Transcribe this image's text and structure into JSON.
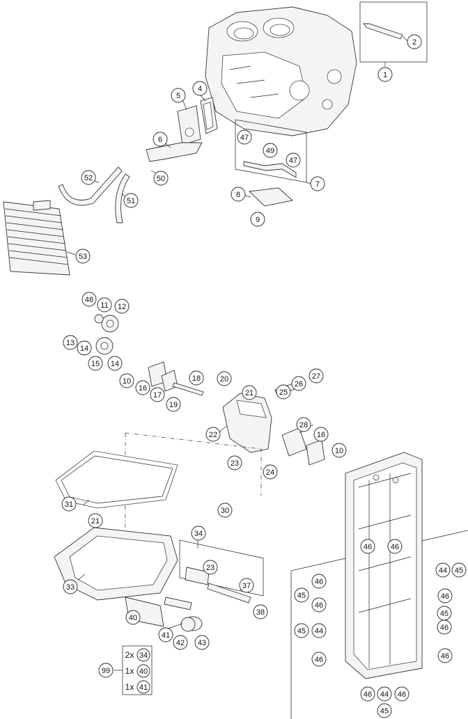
{
  "callouts": [
    {
      "id": "c1",
      "label": "1"
    },
    {
      "id": "c2",
      "label": "2"
    },
    {
      "id": "c4",
      "label": "4"
    },
    {
      "id": "c5",
      "label": "5"
    },
    {
      "id": "c6",
      "label": "6"
    },
    {
      "id": "c7",
      "label": "7"
    },
    {
      "id": "c8",
      "label": "8"
    },
    {
      "id": "c9",
      "label": "9"
    },
    {
      "id": "c47a",
      "label": "47"
    },
    {
      "id": "c49",
      "label": "49"
    },
    {
      "id": "c47b",
      "label": "47"
    },
    {
      "id": "c50",
      "label": "50"
    },
    {
      "id": "c51",
      "label": "51"
    },
    {
      "id": "c52",
      "label": "52"
    },
    {
      "id": "c53",
      "label": "53"
    },
    {
      "id": "c48",
      "label": "48"
    },
    {
      "id": "c11",
      "label": "11"
    },
    {
      "id": "c12",
      "label": "12"
    },
    {
      "id": "c13",
      "label": "13"
    },
    {
      "id": "c14a",
      "label": "14"
    },
    {
      "id": "c15",
      "label": "15"
    },
    {
      "id": "c14b",
      "label": "14"
    },
    {
      "id": "c10a",
      "label": "10"
    },
    {
      "id": "c16a",
      "label": "16"
    },
    {
      "id": "c17",
      "label": "17"
    },
    {
      "id": "c18",
      "label": "18"
    },
    {
      "id": "c19",
      "label": "19"
    },
    {
      "id": "c20",
      "label": "20"
    },
    {
      "id": "c21a",
      "label": "21"
    },
    {
      "id": "c25",
      "label": "25"
    },
    {
      "id": "c26",
      "label": "26"
    },
    {
      "id": "c27",
      "label": "27"
    },
    {
      "id": "c22",
      "label": "22"
    },
    {
      "id": "c28",
      "label": "28"
    },
    {
      "id": "c16b",
      "label": "16"
    },
    {
      "id": "c10b",
      "label": "10"
    },
    {
      "id": "c23a",
      "label": "23"
    },
    {
      "id": "c24",
      "label": "24"
    },
    {
      "id": "c31",
      "label": "31"
    },
    {
      "id": "c30",
      "label": "30"
    },
    {
      "id": "c21b",
      "label": "21"
    },
    {
      "id": "c34",
      "label": "34"
    },
    {
      "id": "c33",
      "label": "33"
    },
    {
      "id": "c23b",
      "label": "23"
    },
    {
      "id": "c37",
      "label": "37"
    },
    {
      "id": "c38",
      "label": "38"
    },
    {
      "id": "c40",
      "label": "40"
    },
    {
      "id": "c41",
      "label": "41"
    },
    {
      "id": "c42",
      "label": "42"
    },
    {
      "id": "c43",
      "label": "43"
    },
    {
      "id": "c99",
      "label": "99"
    },
    {
      "id": "k46a",
      "label": "46"
    },
    {
      "id": "k46b",
      "label": "46"
    },
    {
      "id": "k44a",
      "label": "44"
    },
    {
      "id": "k45a",
      "label": "45"
    },
    {
      "id": "k46c",
      "label": "46"
    },
    {
      "id": "k45b",
      "label": "45"
    },
    {
      "id": "k46d",
      "label": "46"
    },
    {
      "id": "k46e",
      "label": "46"
    },
    {
      "id": "k45c",
      "label": "45"
    },
    {
      "id": "k45d",
      "label": "45"
    },
    {
      "id": "k44b",
      "label": "44"
    },
    {
      "id": "k46f",
      "label": "46"
    },
    {
      "id": "k46g",
      "label": "46"
    },
    {
      "id": "k46h",
      "label": "46"
    },
    {
      "id": "k46i",
      "label": "46"
    },
    {
      "id": "k44c",
      "label": "44"
    },
    {
      "id": "k46j",
      "label": "46"
    },
    {
      "id": "k45e",
      "label": "45"
    }
  ],
  "kit_table": [
    {
      "qty": "2x",
      "label": "34"
    },
    {
      "qty": "1x",
      "label": "40"
    },
    {
      "qty": "1x",
      "label": "41"
    }
  ]
}
